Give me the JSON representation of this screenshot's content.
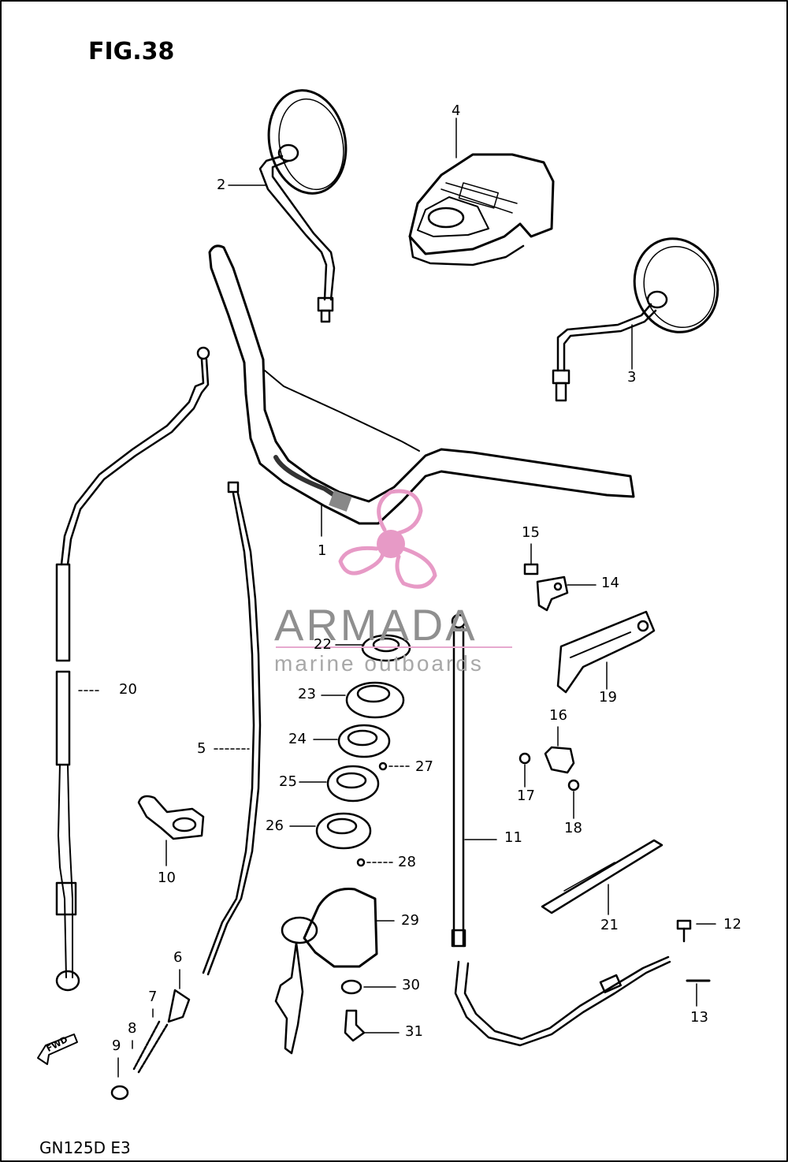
{
  "figure": {
    "title": "FIG.38",
    "model": "GN125D E3"
  },
  "watermark": {
    "brand": "ARMADA",
    "subtitle": "marine outboards",
    "logo_icon": "propeller-icon",
    "accent_color": "#e79ac6",
    "text_color": "#8f8f8f"
  },
  "direction_marker": {
    "label": "FWD",
    "icon": "forward-arrow-icon"
  },
  "callouts": [
    {
      "id": "1",
      "label": "1"
    },
    {
      "id": "2",
      "label": "2"
    },
    {
      "id": "3",
      "label": "3"
    },
    {
      "id": "4",
      "label": "4"
    },
    {
      "id": "5",
      "label": "5"
    },
    {
      "id": "6",
      "label": "6"
    },
    {
      "id": "7",
      "label": "7"
    },
    {
      "id": "8",
      "label": "8"
    },
    {
      "id": "9",
      "label": "9"
    },
    {
      "id": "10",
      "label": "10"
    },
    {
      "id": "11",
      "label": "11"
    },
    {
      "id": "12",
      "label": "12"
    },
    {
      "id": "13",
      "label": "13"
    },
    {
      "id": "14",
      "label": "14"
    },
    {
      "id": "15",
      "label": "15"
    },
    {
      "id": "16",
      "label": "16"
    },
    {
      "id": "17",
      "label": "17"
    },
    {
      "id": "18",
      "label": "18"
    },
    {
      "id": "19",
      "label": "19"
    },
    {
      "id": "20",
      "label": "20"
    },
    {
      "id": "21",
      "label": "21"
    },
    {
      "id": "22",
      "label": "22"
    },
    {
      "id": "23",
      "label": "23"
    },
    {
      "id": "24",
      "label": "24"
    },
    {
      "id": "25",
      "label": "25"
    },
    {
      "id": "26",
      "label": "26"
    },
    {
      "id": "27",
      "label": "27"
    },
    {
      "id": "28",
      "label": "28"
    },
    {
      "id": "29",
      "label": "29"
    },
    {
      "id": "30",
      "label": "30"
    },
    {
      "id": "31",
      "label": "31"
    }
  ]
}
